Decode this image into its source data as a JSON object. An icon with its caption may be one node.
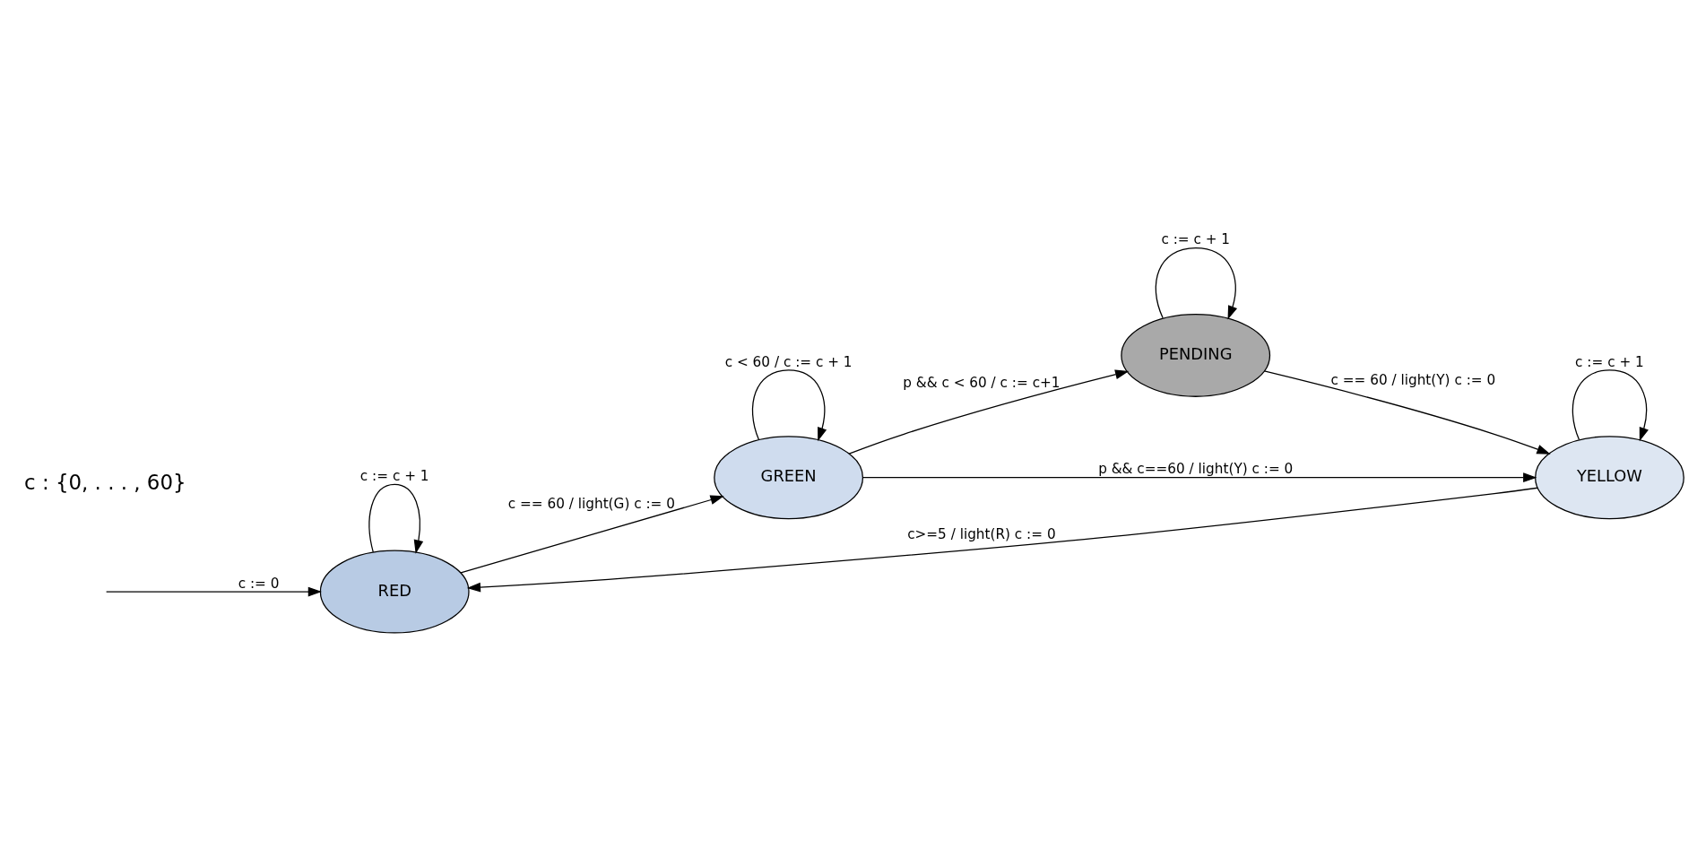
{
  "diagram": {
    "nodes": [
      {
        "text": [
          "RED"
        ]
      },
      {
        "text": [
          "GREEN"
        ]
      },
      {
        "text": [
          "PENDING"
        ]
      },
      {
        "text": [
          "YELLOW"
        ]
      }
    ],
    "edges": [
      {
        "from": null,
        "to": 0,
        "arrow": "to",
        "label": "c := 0"
      },
      {
        "from": 0,
        "to": 0,
        "arrow": "to",
        "label": "c := c + 1"
      },
      {
        "from": 0,
        "to": 1,
        "arrow": "to",
        "label": "c == 60 / light(G) c := 0"
      },
      {
        "from": 1,
        "to": 1,
        "arrow": "to",
        "label": "c < 60 / c := c + 1"
      },
      {
        "from": 1,
        "to": 2,
        "arrow": "to",
        "label": "p && c < 60 / c := c+1"
      },
      {
        "from": 1,
        "to": 3,
        "arrow": "to",
        "label": "p && c==60 / light(Y) c := 0"
      },
      {
        "from": 2,
        "to": 2,
        "arrow": "to",
        "label": "c := c + 1"
      },
      {
        "from": 2,
        "to": 3,
        "arrow": "to",
        "label": "c == 60 / light(Y) c := 0"
      },
      {
        "from": 3,
        "to": 3,
        "arrow": "to",
        "label": "c := c + 1"
      },
      {
        "from": 3,
        "to": 0,
        "arrow": "to",
        "label": "c>=5 / light(R) c := 0"
      }
    ],
    "labels": [
      "c : {0, . . . , 60}"
    ]
  }
}
